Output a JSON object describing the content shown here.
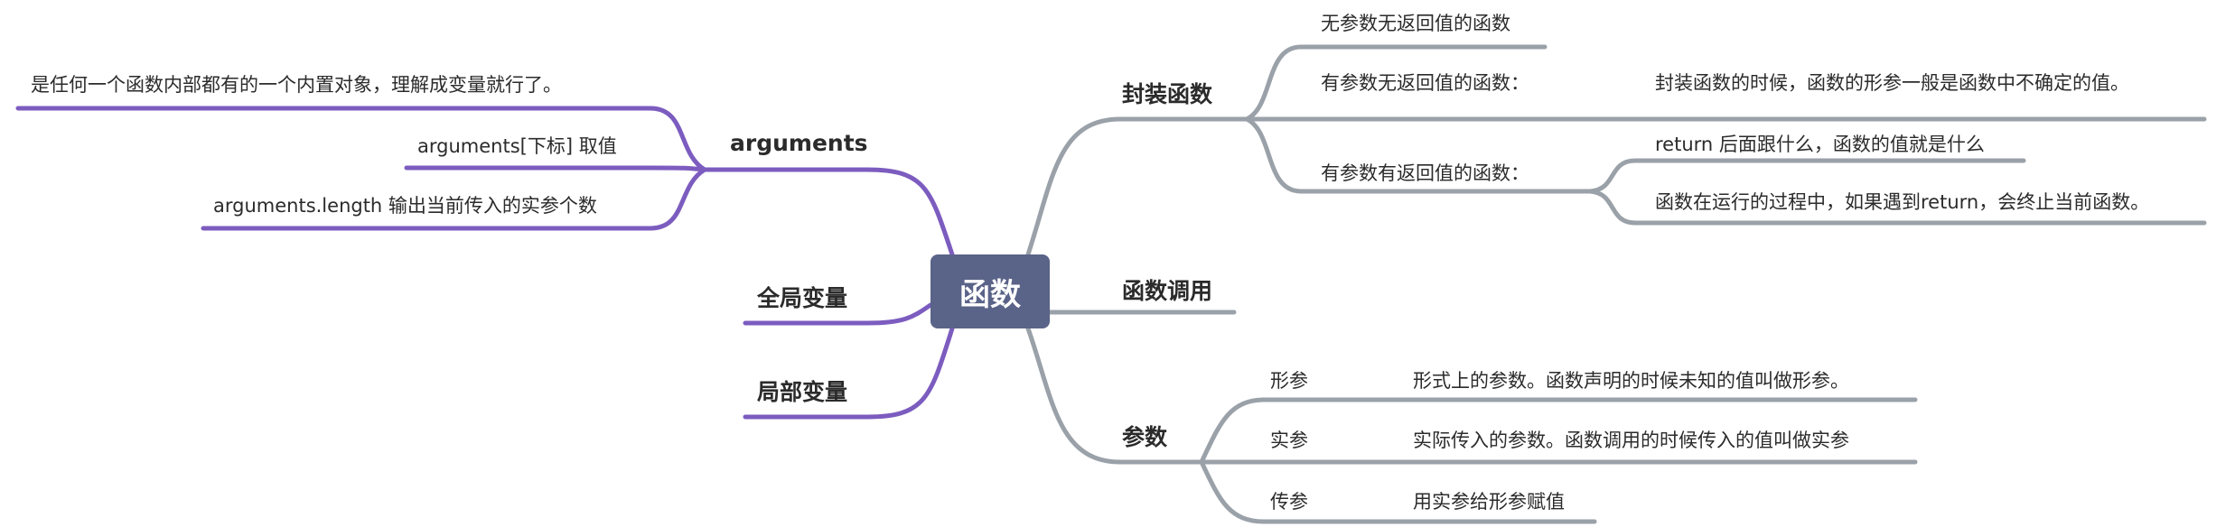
{
  "root": {
    "label": "函数"
  },
  "colors": {
    "right_branch": "#9aa1a8",
    "left_branch": "#7c5cbf",
    "root_bg": "#5a6388",
    "root_text": "#ffffff"
  },
  "branches": {
    "encapsulate": {
      "label": "封装函数",
      "children": [
        {
          "label": "无参数无返回值的函数"
        },
        {
          "label": "有参数无返回值的函数：",
          "note": "封装函数的时候，函数的形参一般是函数中不确定的值。"
        },
        {
          "label": "有参数有返回值的函数：",
          "notes": [
            "return 后面跟什么，函数的值就是什么",
            "函数在运行的过程中，如果遇到return，会终止当前函数。"
          ]
        }
      ]
    },
    "call": {
      "label": "函数调用"
    },
    "params": {
      "label": "参数",
      "children": [
        {
          "label": "形参",
          "note": "形式上的参数。函数声明的时候未知的值叫做形参。"
        },
        {
          "label": "实参",
          "note": "实际传入的参数。函数调用的时候传入的值叫做实参"
        },
        {
          "label": "传参",
          "note": "用实参给形参赋值"
        }
      ]
    },
    "arguments": {
      "label": "arguments",
      "children": [
        {
          "label": "是任何一个函数内部都有的一个内置对象，理解成变量就行了。"
        },
        {
          "label": "arguments[下标] 取值"
        },
        {
          "label": "arguments.length 输出当前传入的实参个数"
        }
      ]
    },
    "global": {
      "label": "全局变量"
    },
    "local": {
      "label": "局部变量"
    }
  }
}
